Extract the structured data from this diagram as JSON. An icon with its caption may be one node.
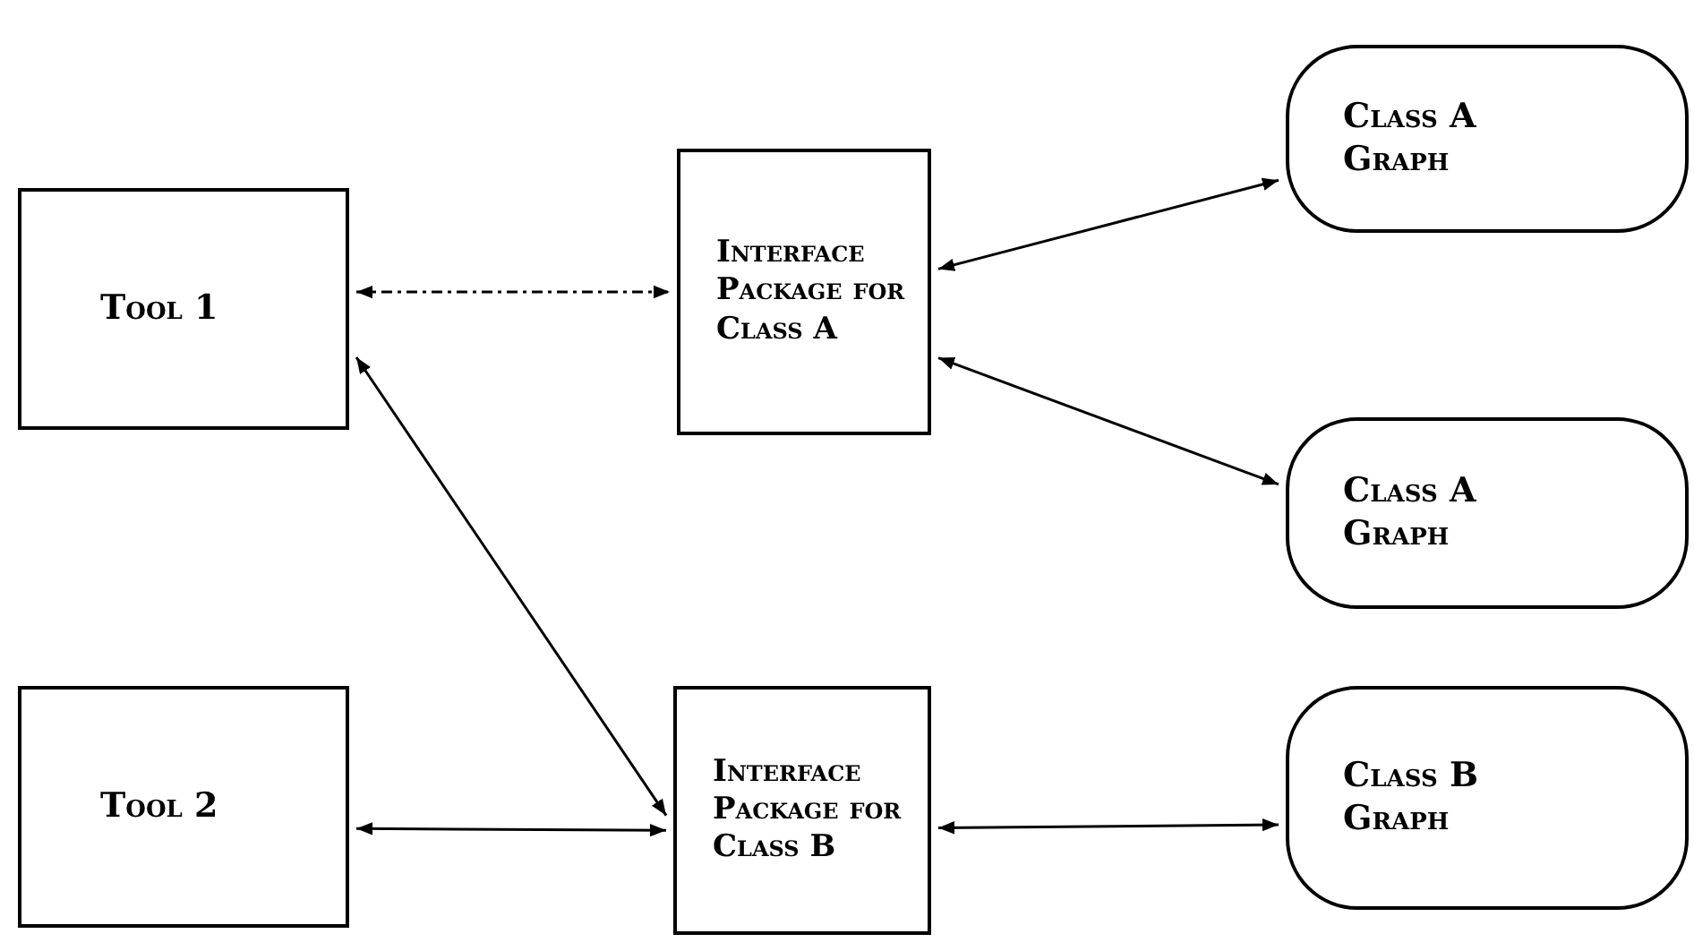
{
  "diagram": {
    "nodes": [
      {
        "text": [
          "Tool 1"
        ]
      },
      {
        "text": [
          "Interface Package for Class A"
        ]
      },
      {
        "text": [
          "Class A Graph"
        ]
      },
      {
        "text": [
          "Class A Graph"
        ]
      },
      {
        "text": [
          "Tool 2"
        ]
      },
      {
        "text": [
          "Interface Package for Class B"
        ]
      },
      {
        "text": [
          "Class B Graph"
        ]
      }
    ],
    "edges": [
      {
        "from": 0,
        "to": 1,
        "arrow": "both",
        "style": "dashed"
      },
      {
        "from": 1,
        "to": 2,
        "arrow": "both"
      },
      {
        "from": 1,
        "to": 3,
        "arrow": "both"
      },
      {
        "from": 0,
        "to": 5,
        "arrow": "both"
      },
      {
        "from": 4,
        "to": 5,
        "arrow": "both"
      },
      {
        "from": 5,
        "to": 6,
        "arrow": "both"
      }
    ]
  }
}
